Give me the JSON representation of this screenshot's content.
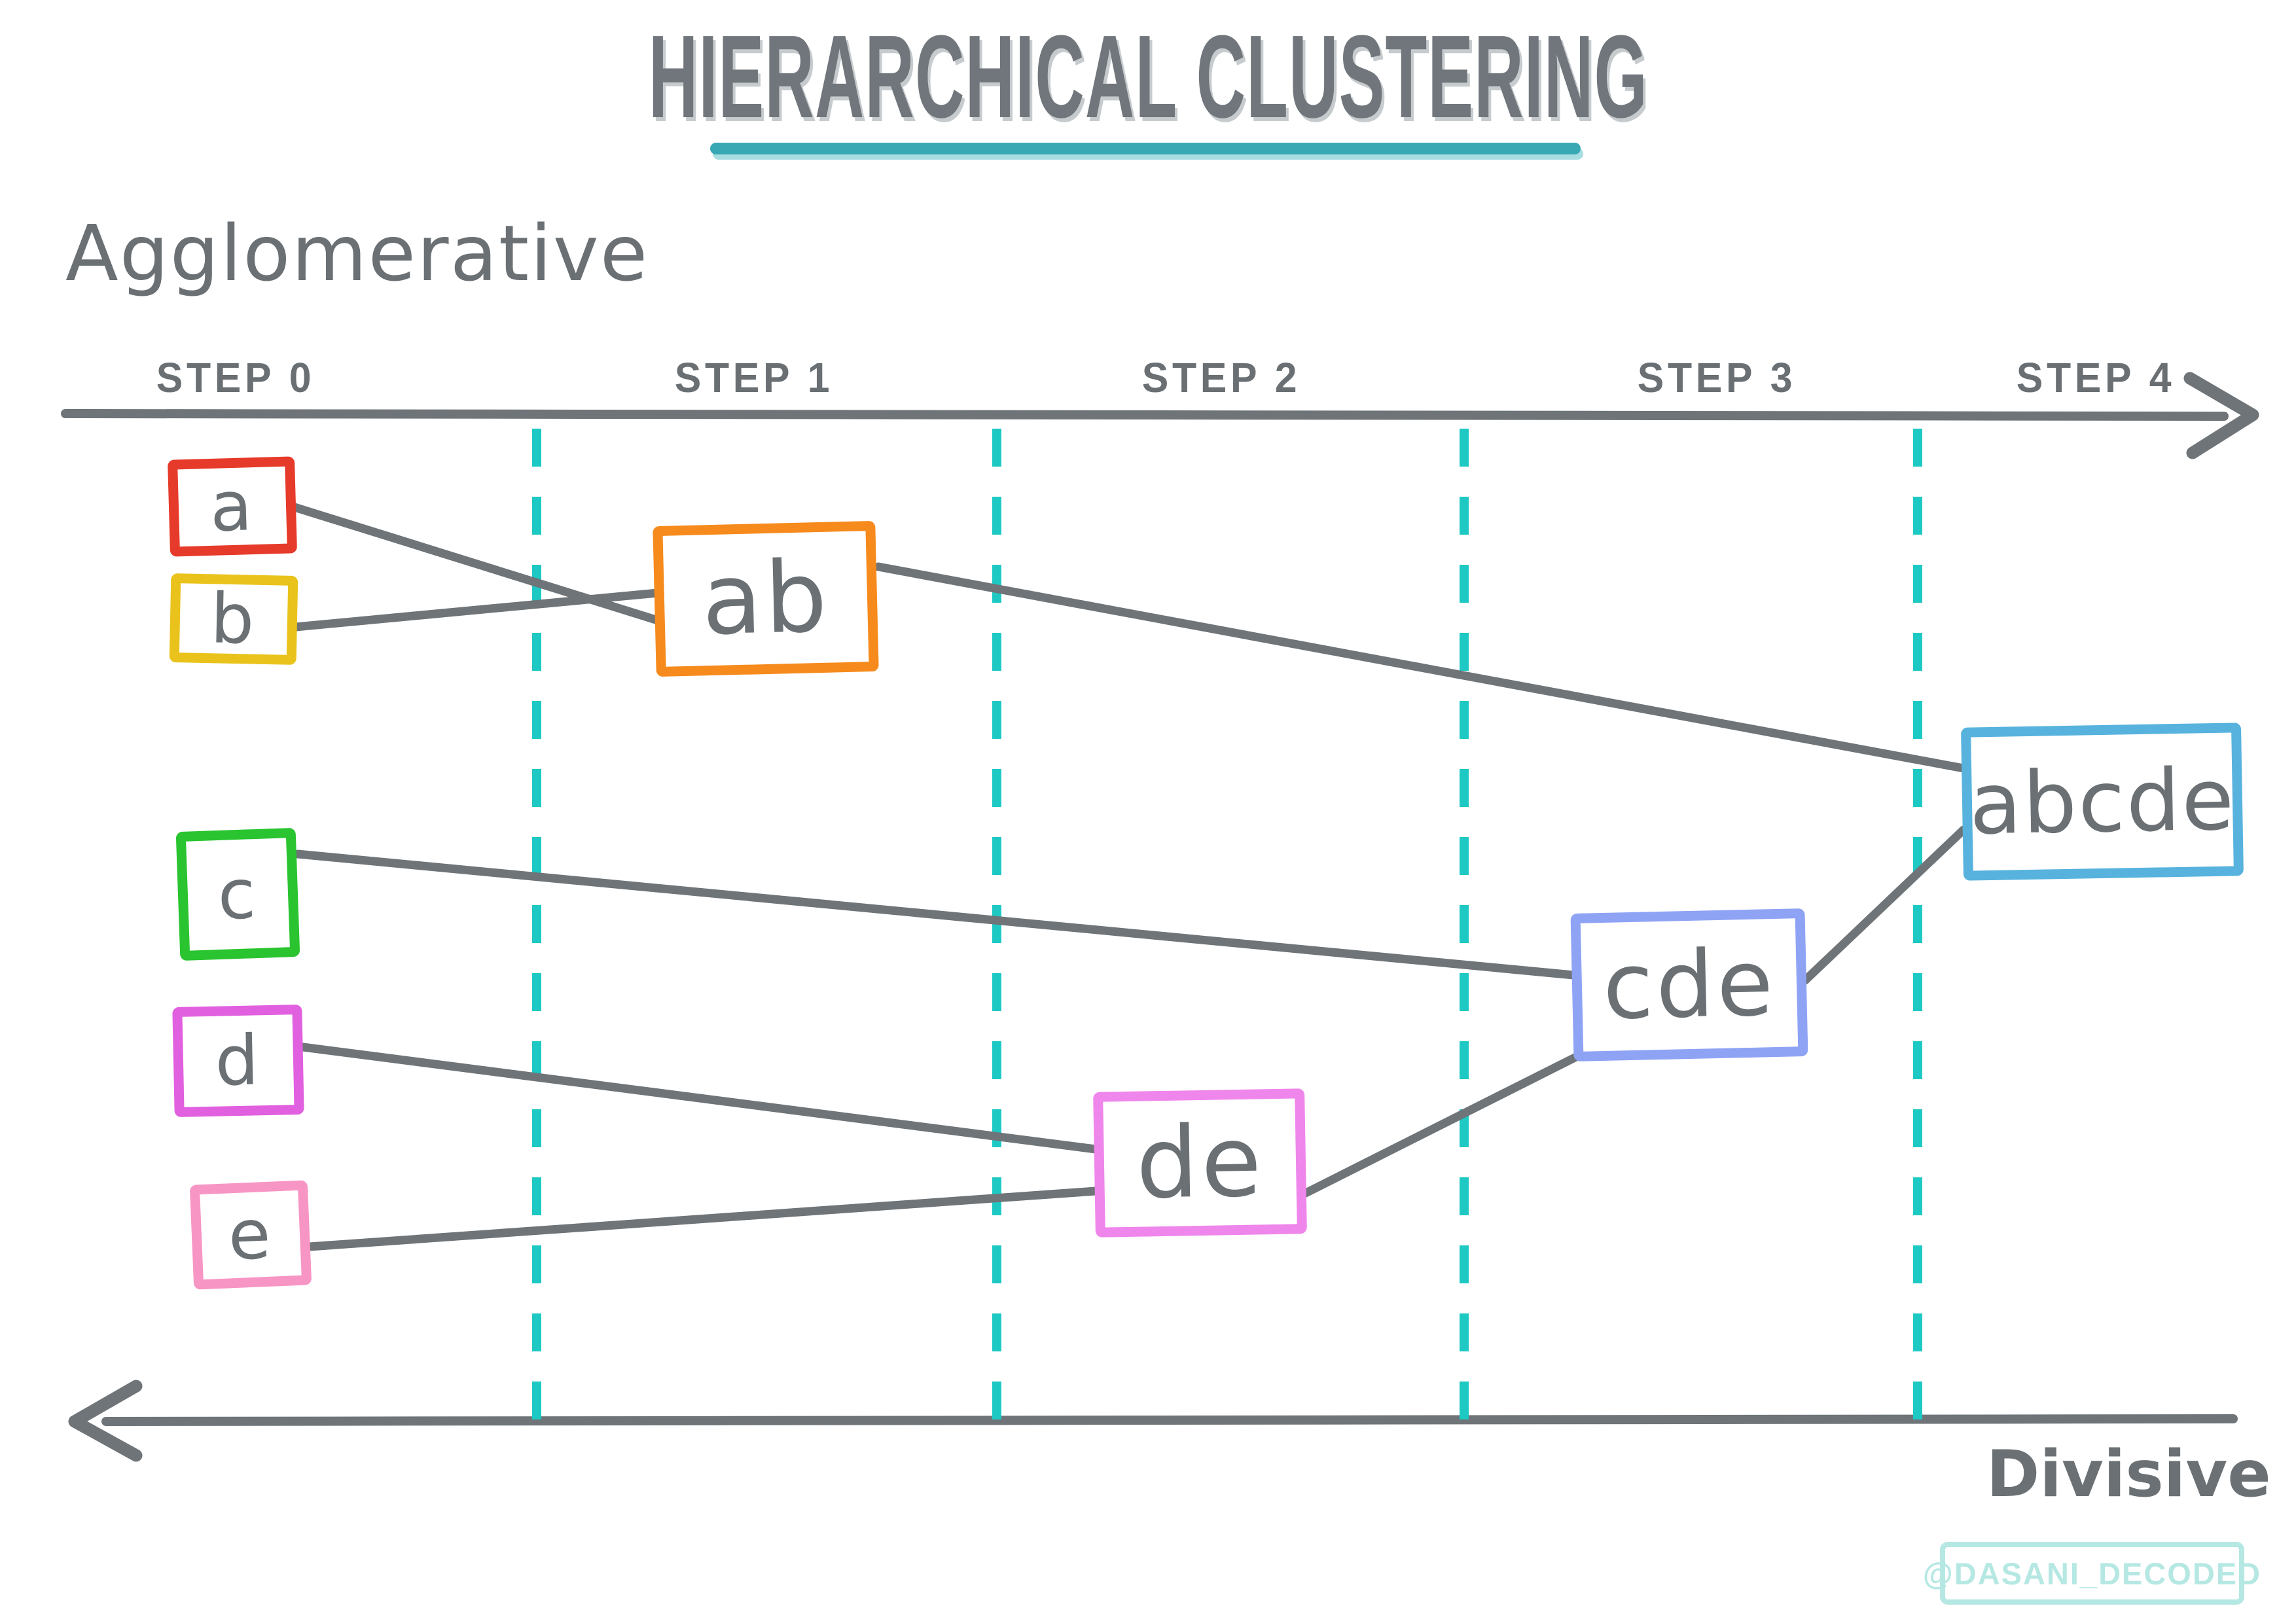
{
  "title": {
    "text": "HIERARCHICAL CLUSTERING"
  },
  "section_labels": {
    "top": "Agglomerative",
    "bottom": "Divisive"
  },
  "timeline": {
    "direction_top": "left-to-right",
    "direction_bottom": "right-to-left",
    "steps": [
      {
        "label": "STEP 0"
      },
      {
        "label": "STEP 1"
      },
      {
        "label": "STEP 2"
      },
      {
        "label": "STEP 3"
      },
      {
        "label": "STEP 4"
      }
    ]
  },
  "nodes": [
    {
      "id": "a",
      "label": "a",
      "step": 0,
      "border_color": "#e63a2a"
    },
    {
      "id": "b",
      "label": "b",
      "step": 0,
      "border_color": "#e9c31b"
    },
    {
      "id": "c",
      "label": "c",
      "step": 0,
      "border_color": "#29c42f"
    },
    {
      "id": "d",
      "label": "d",
      "step": 0,
      "border_color": "#e160df"
    },
    {
      "id": "e",
      "label": "e",
      "step": 0,
      "border_color": "#f795c5"
    },
    {
      "id": "ab",
      "label": "ab",
      "step": 1,
      "border_color": "#f68a1c"
    },
    {
      "id": "de",
      "label": "de",
      "step": 2,
      "border_color": "#ef86ec"
    },
    {
      "id": "cde",
      "label": "cde",
      "step": 3,
      "border_color": "#8fa3f5"
    },
    {
      "id": "abcde",
      "label": "abcde",
      "step": 4,
      "border_color": "#57b3dd"
    }
  ],
  "edges": [
    {
      "from": "a",
      "to": "ab"
    },
    {
      "from": "b",
      "to": "ab"
    },
    {
      "from": "ab",
      "to": "abcde"
    },
    {
      "from": "c",
      "to": "cde"
    },
    {
      "from": "d",
      "to": "de"
    },
    {
      "from": "e",
      "to": "de"
    },
    {
      "from": "de",
      "to": "cde"
    },
    {
      "from": "cde",
      "to": "abcde"
    }
  ],
  "watermark": {
    "text": "@DASANI_DECODED"
  },
  "colors": {
    "ink": "#6a7074",
    "connector": "#6e7478",
    "dashed_guide": "#1ec9c4",
    "title_underline": "#38a9b4",
    "watermark": "#b6e8e3"
  }
}
